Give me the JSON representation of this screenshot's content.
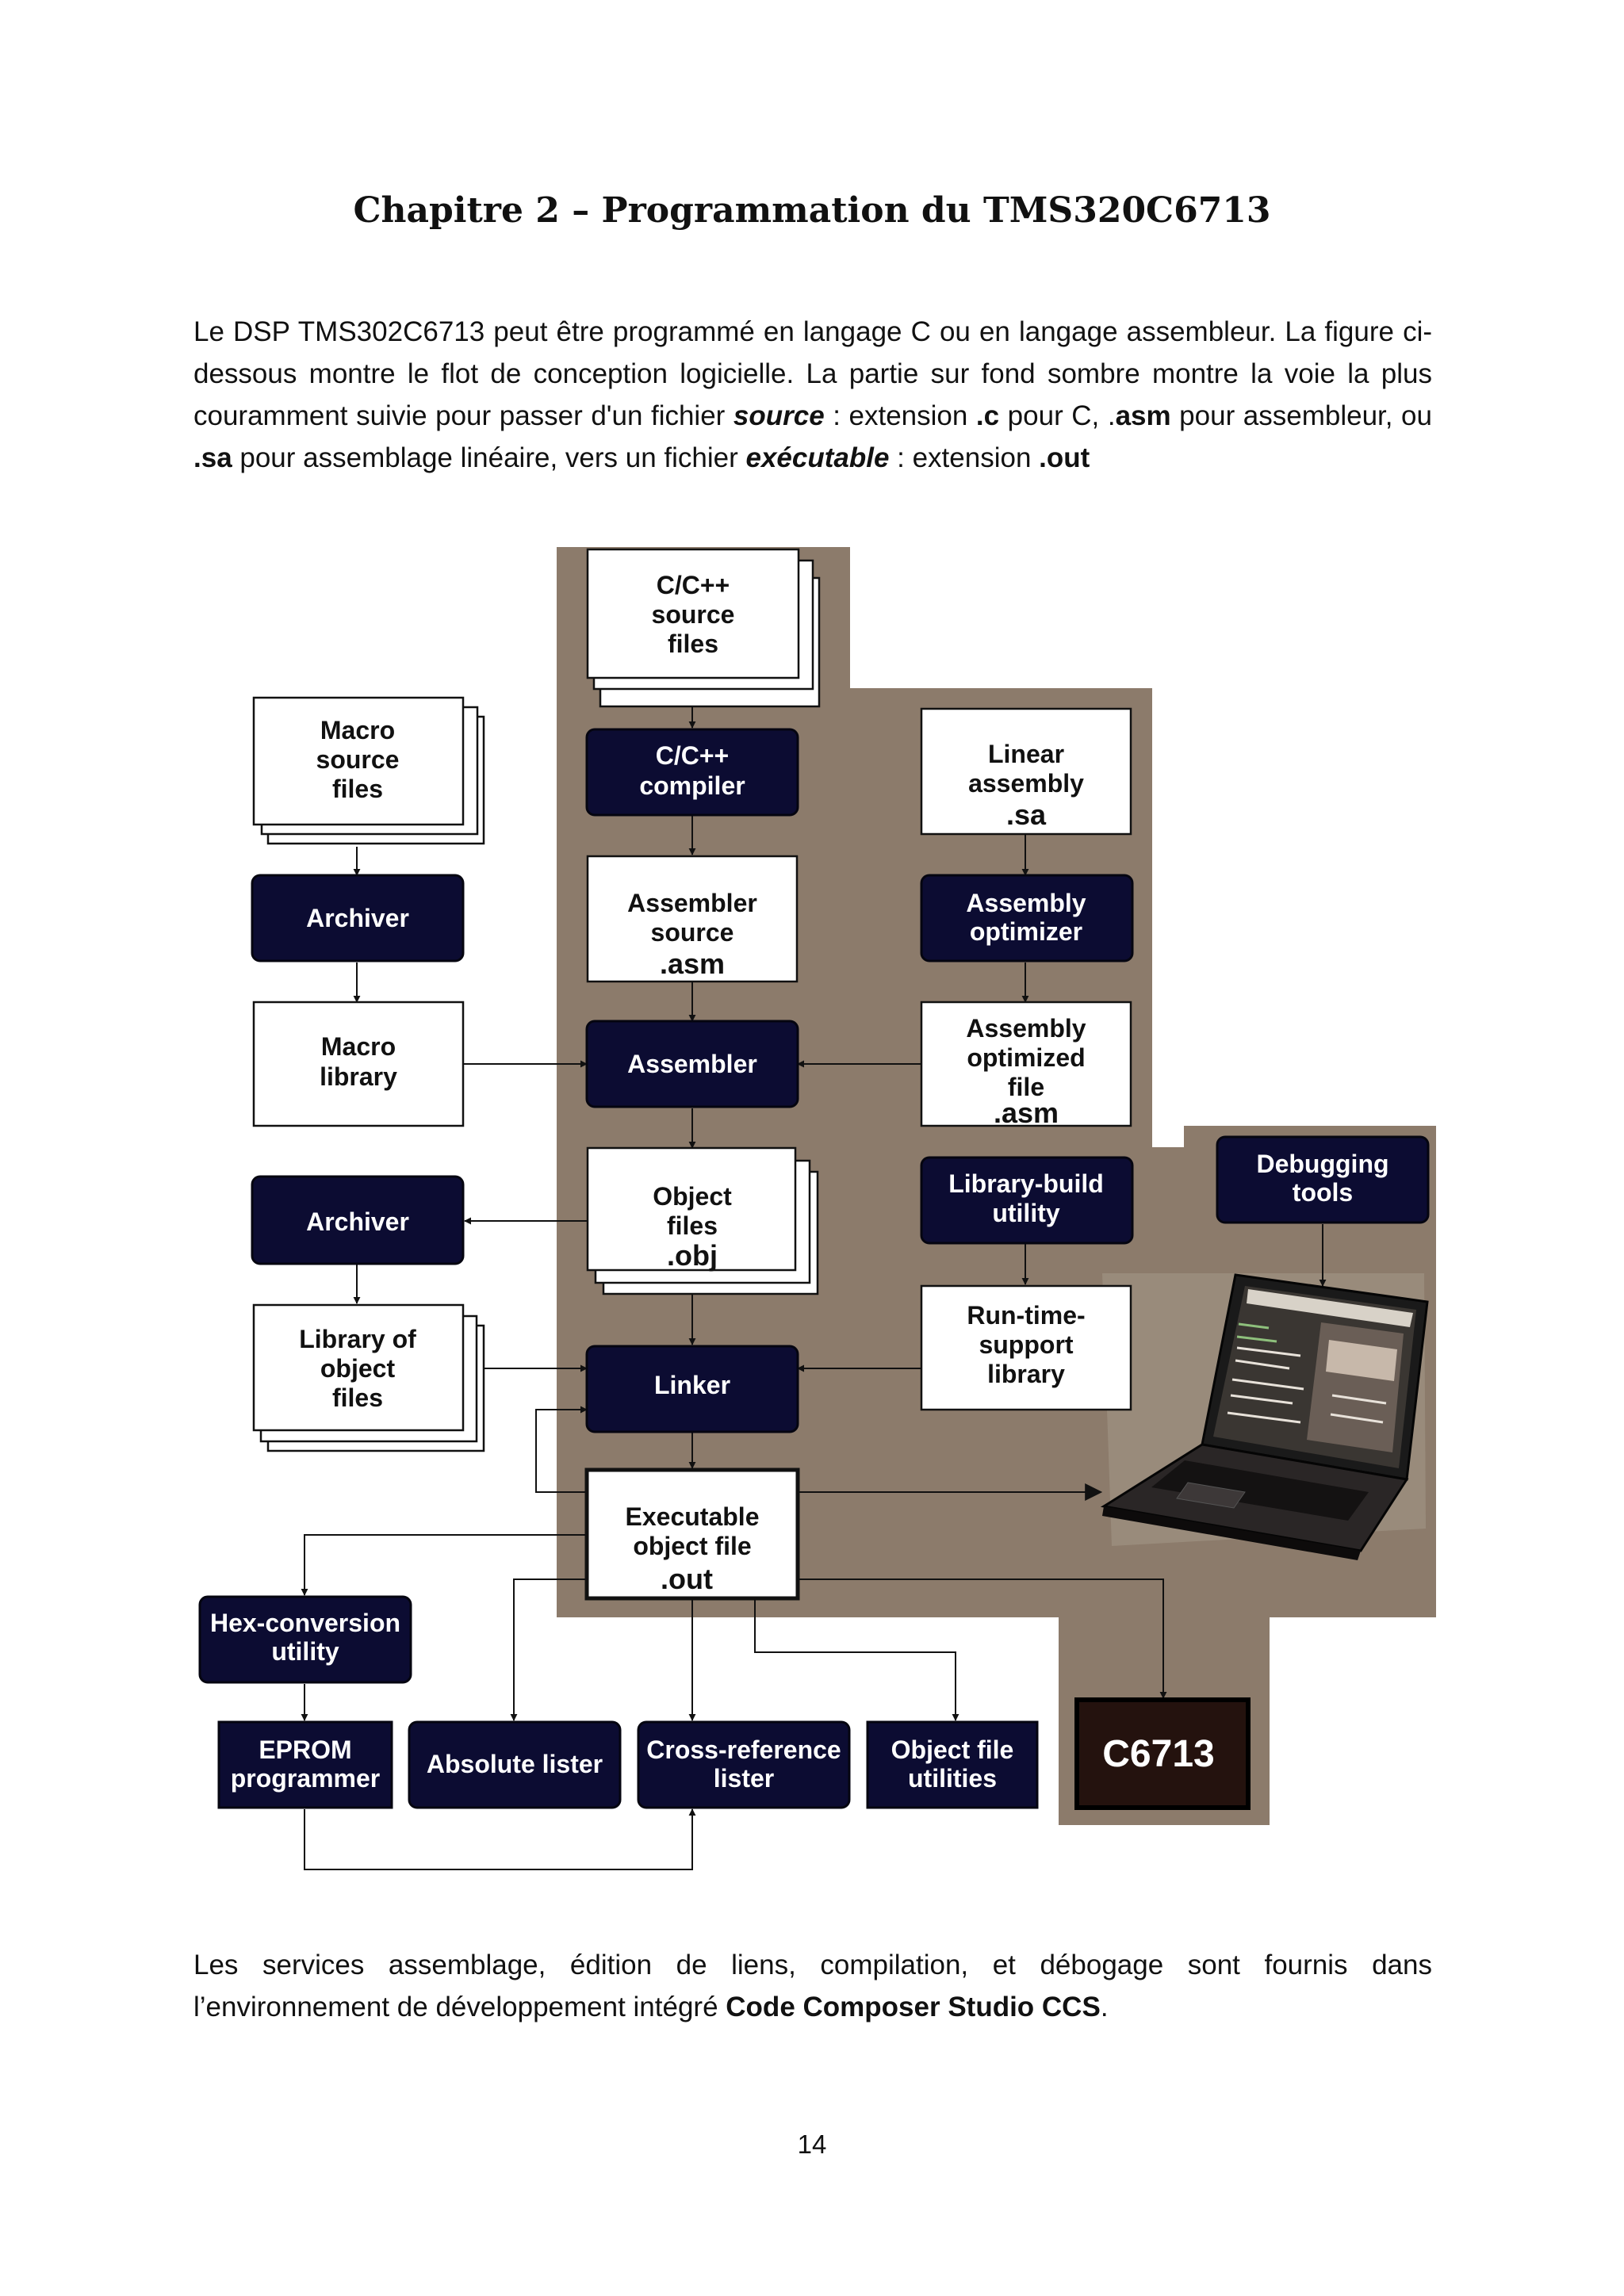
{
  "title": "Chapitre 2 – Programmation du TMS320C6713",
  "intro": {
    "l1": "Le DSP TMS302C6713 peut être programmé en langage C ou en langage assembleur. La figure ci-",
    "l2": "dessous montre le flot de conception logicielle. La partie sur fond sombre montre la voie la plus",
    "l3a": "couramment suivie pour passer d'un fichier ",
    "l3b": "source",
    "l3c": " : extension ",
    "l3d": ".c",
    "l3e": " pour C, .",
    "l3f": "asm",
    "l3g": " pour assembleur, ou",
    "l4a": ".sa",
    "l4b": " pour assemblage linéaire, vers un fichier ",
    "l4c": "exécutable",
    "l4d": " : extension ",
    "l4e": ".out"
  },
  "diagram": {
    "colors": {
      "background": "#8c7b6b",
      "dark_box": "#0c0c32",
      "c6713_box": "#24120e"
    },
    "boxes": {
      "c_source": [
        "C/C++",
        "source",
        "files"
      ],
      "macro_source": [
        "Macro",
        "source",
        "files"
      ],
      "c_compiler": [
        "C/C++",
        "compiler"
      ],
      "linear_assembly": [
        "Linear",
        "assembly",
        ".sa"
      ],
      "archiver_1": [
        "Archiver"
      ],
      "assembler_source": [
        "Assembler",
        "source",
        ".asm"
      ],
      "assembly_optimizer": [
        "Assembly",
        "optimizer"
      ],
      "macro_library": [
        "Macro",
        "library"
      ],
      "assembler": [
        "Assembler"
      ],
      "assembly_optimized_file": [
        "Assembly",
        "optimized",
        "file",
        ".asm"
      ],
      "archiver_2": [
        "Archiver"
      ],
      "object_files": [
        "Object",
        "files",
        ".obj"
      ],
      "library_build": [
        "Library-build",
        "utility"
      ],
      "debugging_tools": [
        "Debugging",
        "tools"
      ],
      "library_object": [
        "Library of",
        "object",
        "files"
      ],
      "linker": [
        "Linker"
      ],
      "runtime_support": [
        "Run-time-",
        "support",
        "library"
      ],
      "executable": [
        "Executable",
        "object file",
        ".out"
      ],
      "hex_conversion": [
        "Hex-conversion",
        "utility"
      ],
      "eprom_programmer": [
        "EPROM",
        "programmer"
      ],
      "absolute_lister": [
        "Absolute lister"
      ],
      "cross_reference": [
        "Cross-reference",
        "lister"
      ],
      "object_file_utilities": [
        "Object file",
        "utilities"
      ],
      "c6713": [
        "C6713"
      ]
    },
    "icons": {
      "target_computer": "laptop-icon"
    }
  },
  "closing": {
    "l1": "Les services assemblage, édition de liens, compilation, et débogage sont fournis dans",
    "l2a": "l’environnement de développement intégré ",
    "l2b": "Code Composer Studio CCS",
    "l2c": "."
  },
  "page_number": "14"
}
